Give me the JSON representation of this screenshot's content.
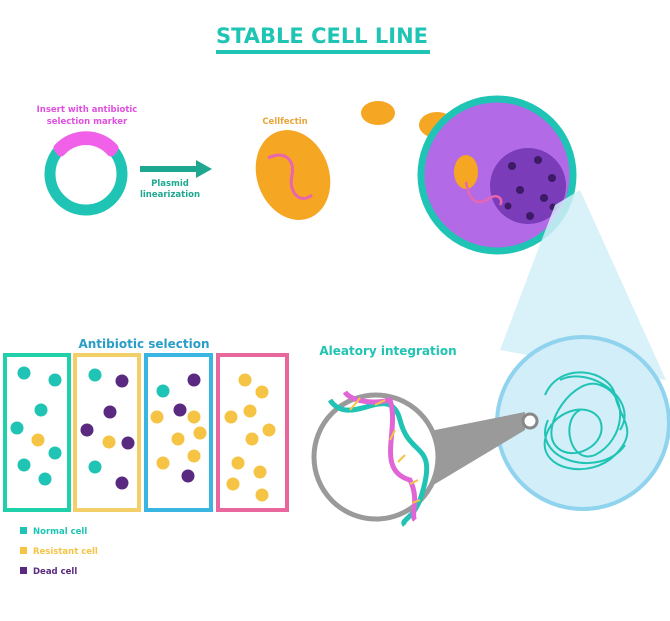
{
  "title": "STABLE CELL LINE",
  "plasmid": {
    "insert_label_1": "Insert with antibiotic",
    "insert_label_2": "selection marker"
  },
  "arrow": {
    "label_1": "Plasmid",
    "label_2": "linearization"
  },
  "cellfectin": {
    "label": "Cellfectin"
  },
  "antibiotic_selection": {
    "title": "Antibiotic selection"
  },
  "aleatory_integration": {
    "title": "Aleatory integration"
  },
  "legend": {
    "items": [
      {
        "label": "Normal cell",
        "color": "#1fc4b4"
      },
      {
        "label": "Resistant cell",
        "color": "#f5c445"
      },
      {
        "label": "Dead cell",
        "color": "#5a2a80"
      }
    ]
  },
  "colors": {
    "teal": "#1fc4b4",
    "magenta": "#f060e8",
    "orange": "#f5a623",
    "purple": "#b36ae6",
    "blue": "#3ab4e0",
    "pink": "#e8679c",
    "yellow": "#f3cf6a"
  }
}
